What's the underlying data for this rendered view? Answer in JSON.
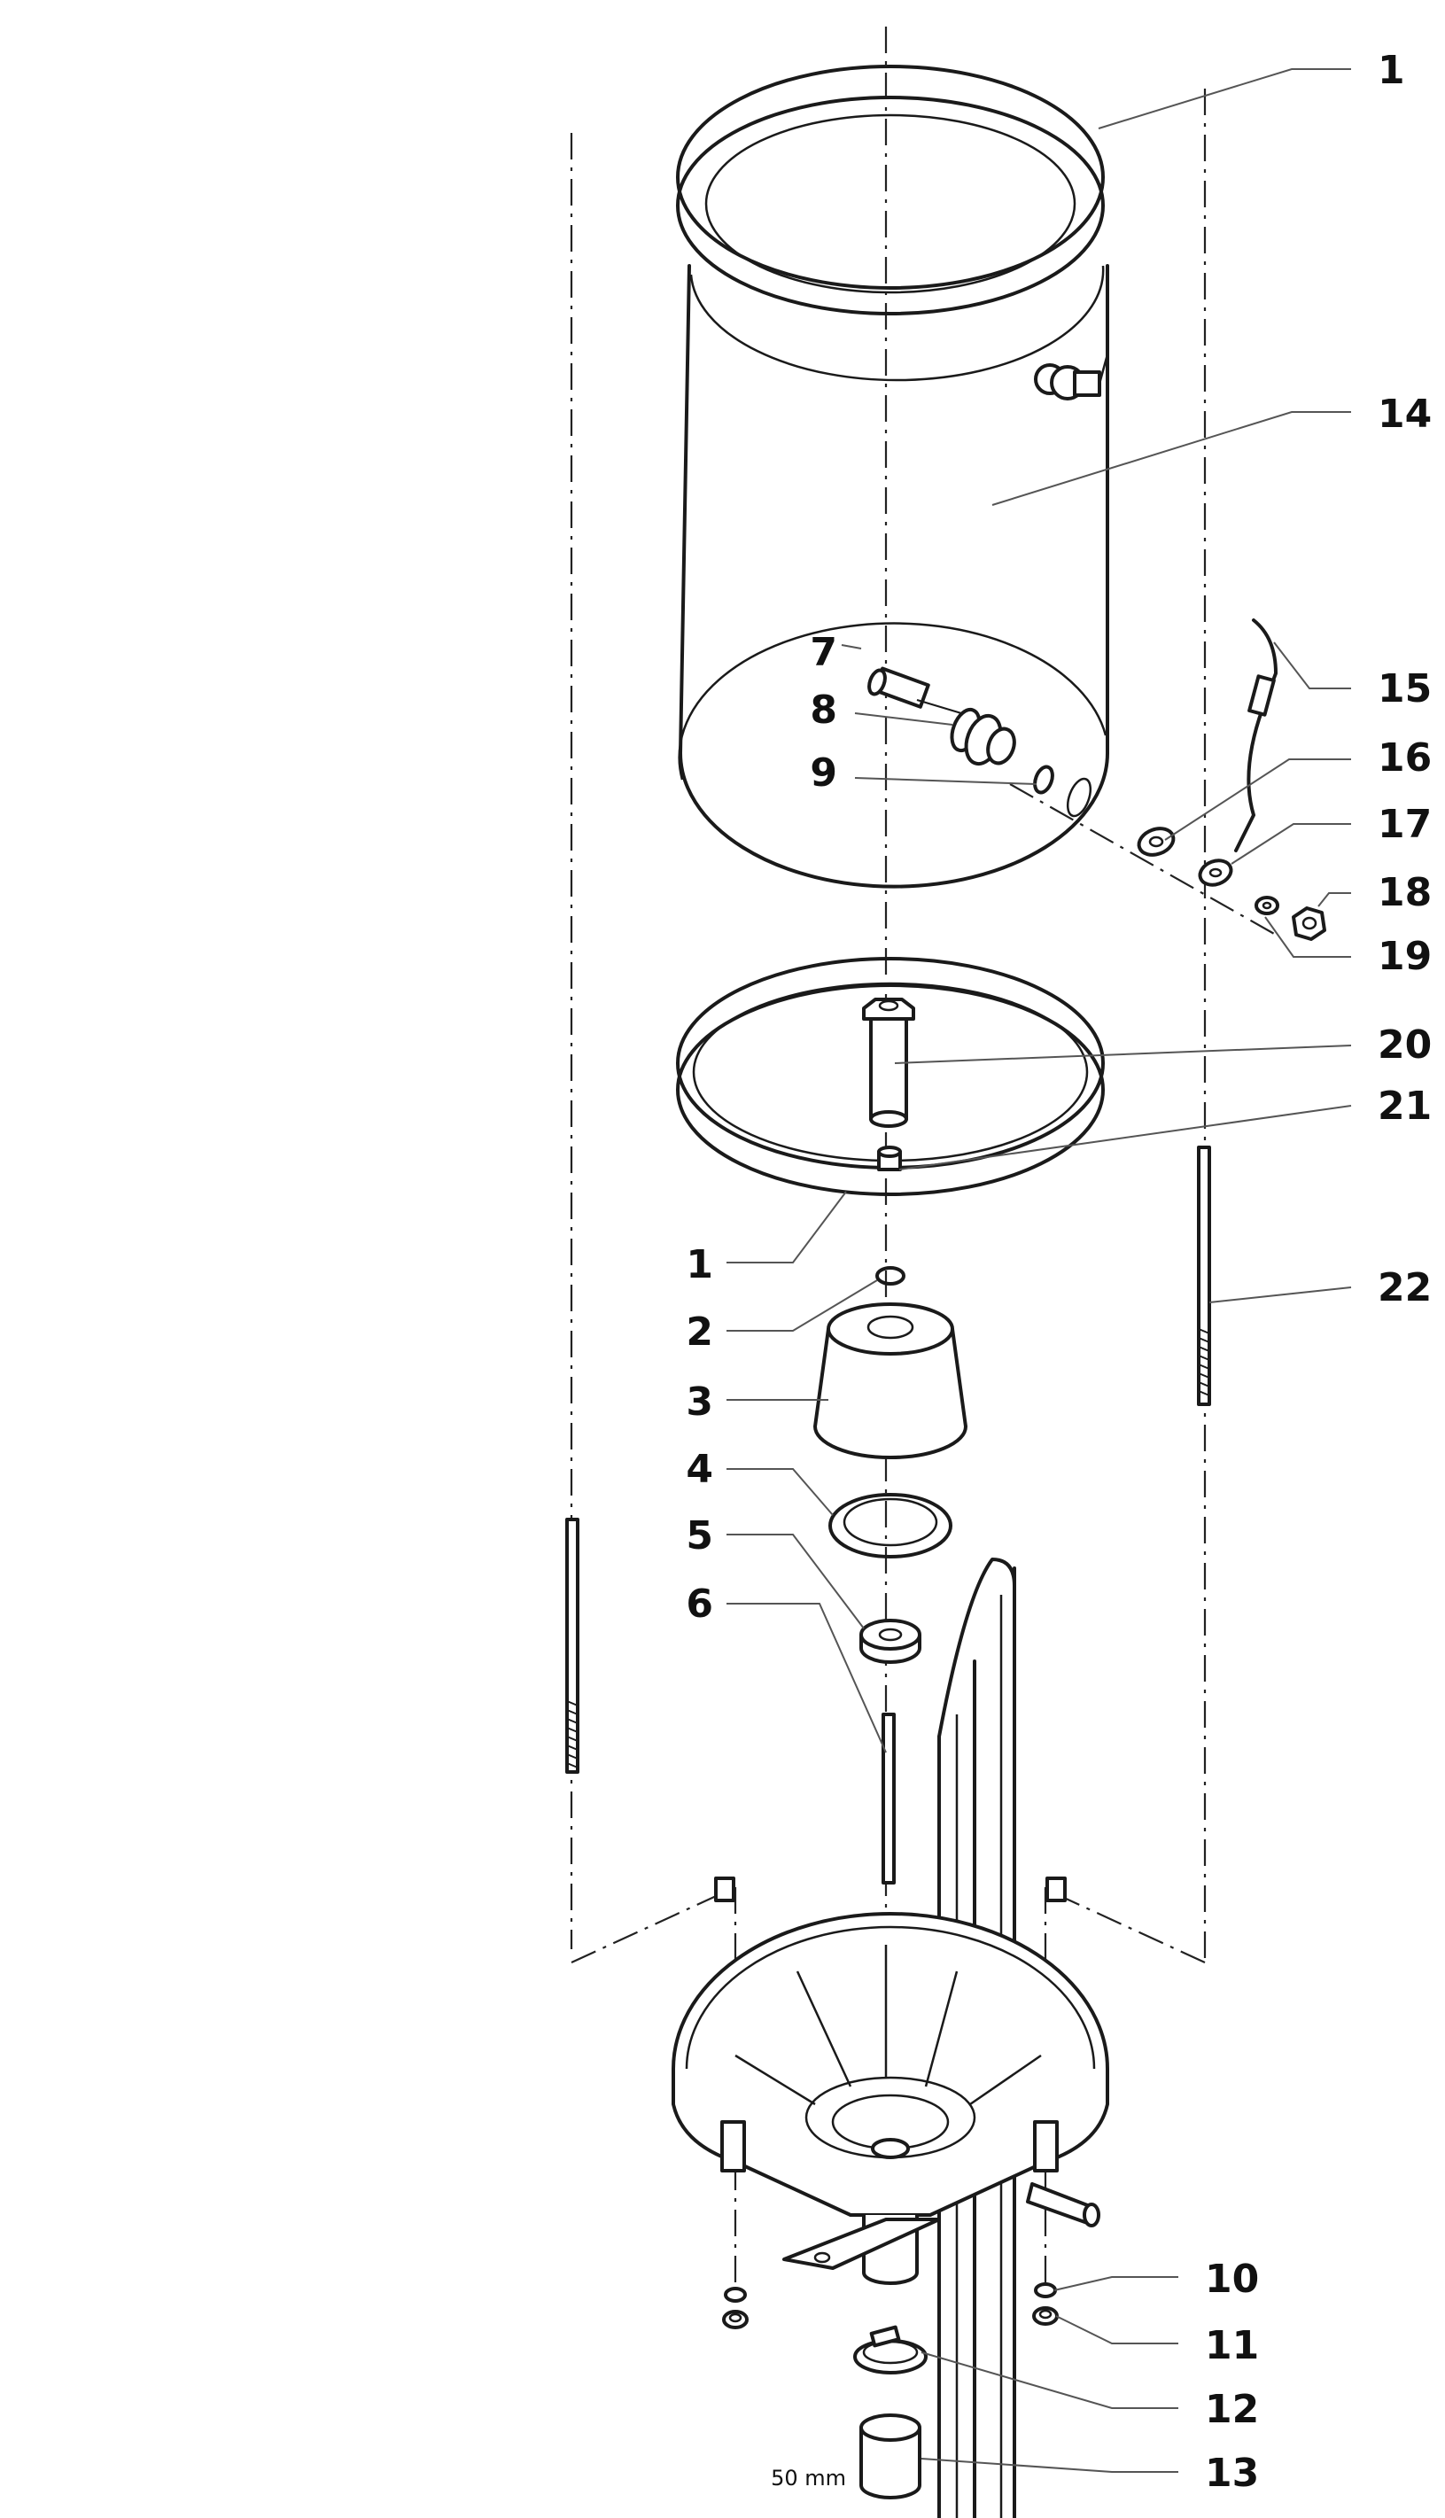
{
  "diagram": {
    "callouts": [
      {
        "id": "c1a",
        "label": "1"
      },
      {
        "id": "c14",
        "label": "14"
      },
      {
        "id": "c7",
        "label": "7"
      },
      {
        "id": "c8",
        "label": "8"
      },
      {
        "id": "c9",
        "label": "9"
      },
      {
        "id": "c15",
        "label": "15"
      },
      {
        "id": "c16",
        "label": "16"
      },
      {
        "id": "c17",
        "label": "17"
      },
      {
        "id": "c18",
        "label": "18"
      },
      {
        "id": "c19",
        "label": "19"
      },
      {
        "id": "c20",
        "label": "20"
      },
      {
        "id": "c21",
        "label": "21"
      },
      {
        "id": "c1b",
        "label": "1"
      },
      {
        "id": "c22",
        "label": "22"
      },
      {
        "id": "c2",
        "label": "2"
      },
      {
        "id": "c3",
        "label": "3"
      },
      {
        "id": "c4",
        "label": "4"
      },
      {
        "id": "c5",
        "label": "5"
      },
      {
        "id": "c6",
        "label": "6"
      },
      {
        "id": "c10",
        "label": "10"
      },
      {
        "id": "c11",
        "label": "11"
      },
      {
        "id": "c12",
        "label": "12"
      },
      {
        "id": "c13",
        "label": "13"
      }
    ],
    "dimension_note": "50 mm"
  }
}
